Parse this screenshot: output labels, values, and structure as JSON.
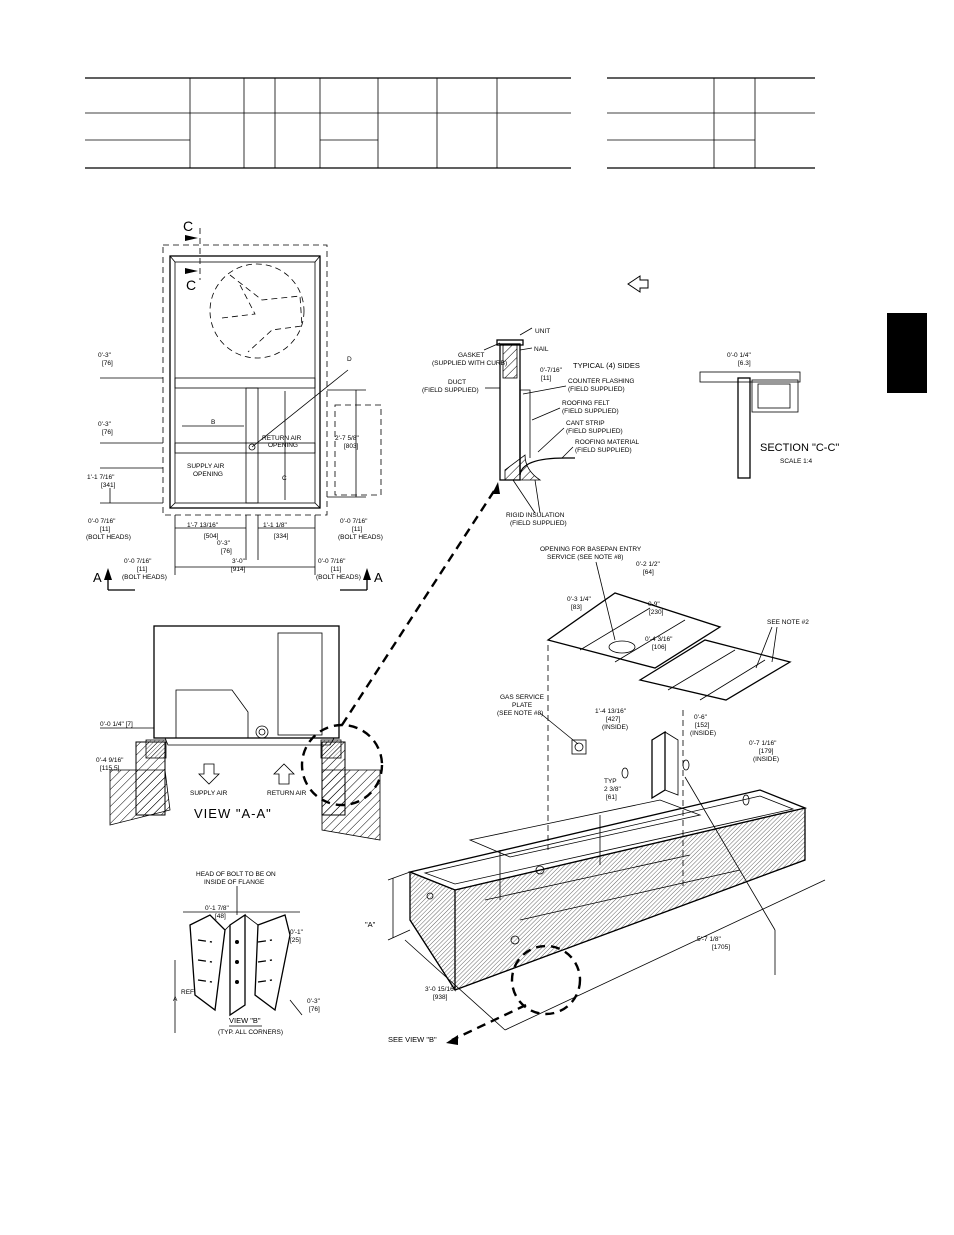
{
  "section_c": {
    "label": "C",
    "label_lower": "C"
  },
  "plan_view": {
    "dims": {
      "d1": "0'-3\"",
      "d1m": "[76]",
      "d2": "0'-3\"",
      "d2m": "[76]",
      "d3": "1'-1 7/16\"",
      "d3m": "[341]",
      "d4": "0'-0 7/16\"",
      "d4m": "[11]",
      "d4n": "(BOLT HEADS)",
      "d5": "1'-7 13/16\"",
      "d5m": "[504]",
      "d6": "0'-3\"",
      "d6m": "[76]",
      "d7": "1'-1 1/8\"",
      "d7m": "[334]",
      "d8": "3'-0\"",
      "d8m": "[914]",
      "d9": "0'-0 7/16\"",
      "d9m": "[11]",
      "d9n": "(BOLT HEADS)",
      "d10": "0'-0 7/16\"",
      "d10m": "[11]",
      "d10n": "(BOLT HEADS)",
      "d11": "0'-0 7/16\"",
      "d11m": "[11]",
      "d11n": "(BOLT HEADS)",
      "d12": "2'-7 5/8\"",
      "d12m": "[803]"
    },
    "labels": {
      "b": "B",
      "c": "C",
      "d": "D",
      "return_air": "RETURN AIR",
      "opening": "OPENING",
      "supply_air": "SUPPLY AIR",
      "supply_opening": "OPENING",
      "a_left": "A",
      "a_right": "A"
    }
  },
  "detail": {
    "unit": "UNIT",
    "nail": "NAIL",
    "typical": "TYPICAL (4) SIDES",
    "gasket": "GASKET",
    "gasket2": "(SUPPLIED WITH CURB)",
    "duct": "DUCT",
    "duct2": "(FIELD SUPPLIED)",
    "d1": "0'-7/16\"",
    "d1m": "[11]",
    "counter": "COUNTER FLASHING",
    "counter2": "(FIELD SUPPLIED)",
    "felt": "ROOFING FELT",
    "felt2": "(FIELD SUPPLIED)",
    "cant": "CANT STRIP",
    "cant2": "(FIELD SUPPLIED)",
    "material": "ROOFING MATERIAL",
    "material2": "(FIELD SUPPLIED)",
    "rigid": "RIGID INSULATION",
    "rigid2": "(FIELD SUPPLIED)"
  },
  "section_cc": {
    "dim": "0'-0 1/4\"",
    "dimm": "[6.3]",
    "title": "SECTION \"C-C\"",
    "scale": "SCALE 1:4"
  },
  "view_aa": {
    "d1": "0'-0 1/4\" [7]",
    "d2": "0'-4 9/16\"",
    "d2m": "[115.5]",
    "supply": "SUPPLY AIR",
    "return": "RETURN AIR",
    "title": "VIEW \"A-A\""
  },
  "curb": {
    "opening": "OPENING FOR BASEPAN ENTRY",
    "service": "SERVICE (SEE NOTE #8)",
    "d1": "0'-2 1/2\"",
    "d1m": "[64]",
    "d2": "0'-3 1/4\"",
    "d2m": "[83]",
    "d3": "0-9\"",
    "d3m": "[230]",
    "d4": "0'-4 3/16\"",
    "d4m": "[106]",
    "note2": "SEE NOTE #2",
    "gas": "GAS SERVICE",
    "plate": "PLATE",
    "note8": "(SEE NOTE #8)",
    "d5": "1'-4 13/16\"",
    "d5m": "[427]",
    "d5n": "(INSIDE)",
    "d6": "0'-6\"",
    "d6m": "[152]",
    "d6n": "(INSIDE)",
    "d7": "0'-7 1/16\"",
    "d7m": "[179]",
    "d7n": "(INSIDE)",
    "typ": "TYP",
    "d8": "2 3/8\"",
    "d8m": "[61]",
    "a": "\"A\"",
    "d9": "5'-7 1/8\"",
    "d9m": "[1705]",
    "d10": "3'-0 15/16\"",
    "d10m": "[938]",
    "see_b": "SEE VIEW \"B\""
  },
  "view_b": {
    "head": "HEAD OF BOLT TO BE ON",
    "head2": "INSIDE OF FLANGE",
    "d1": "0'-1 7/8\"",
    "d1m": "[48]",
    "d2": "0'-1\"",
    "d2m": "[25]",
    "ref": "REF",
    "a": "A",
    "d3": "0'-3\"",
    "d3m": "[76]",
    "title": "VIEW \"B\"",
    "sub": "(TYP. ALL CORNERS)"
  }
}
